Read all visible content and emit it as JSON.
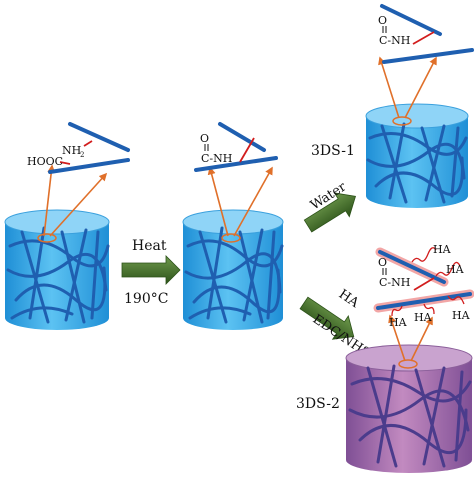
{
  "steps": {
    "heat": "Heat",
    "temperature": "190°C",
    "water": "Water",
    "ha": "HA",
    "edc_nhs": "EDC/NHS"
  },
  "products": {
    "first": "3DS-1",
    "second": "3DS-2"
  },
  "chemistry": {
    "carboxyl": "HOOC",
    "amine": "NH",
    "amine_sub": "2",
    "carbonyl_o": "O",
    "amide": "C-NH",
    "ha_tag": "HA"
  },
  "colors": {
    "cylinder_blue": "#3aaee8",
    "cylinder_top": "#8fd4f7",
    "fiber": "#1f5fb0",
    "cylinder_purple": "#a86aa8",
    "arrow_green": "#3f6b2a",
    "pointer_orange": "#e0702a",
    "red_link": "#d21d1d",
    "halo_pink": "#f2a6a6"
  }
}
